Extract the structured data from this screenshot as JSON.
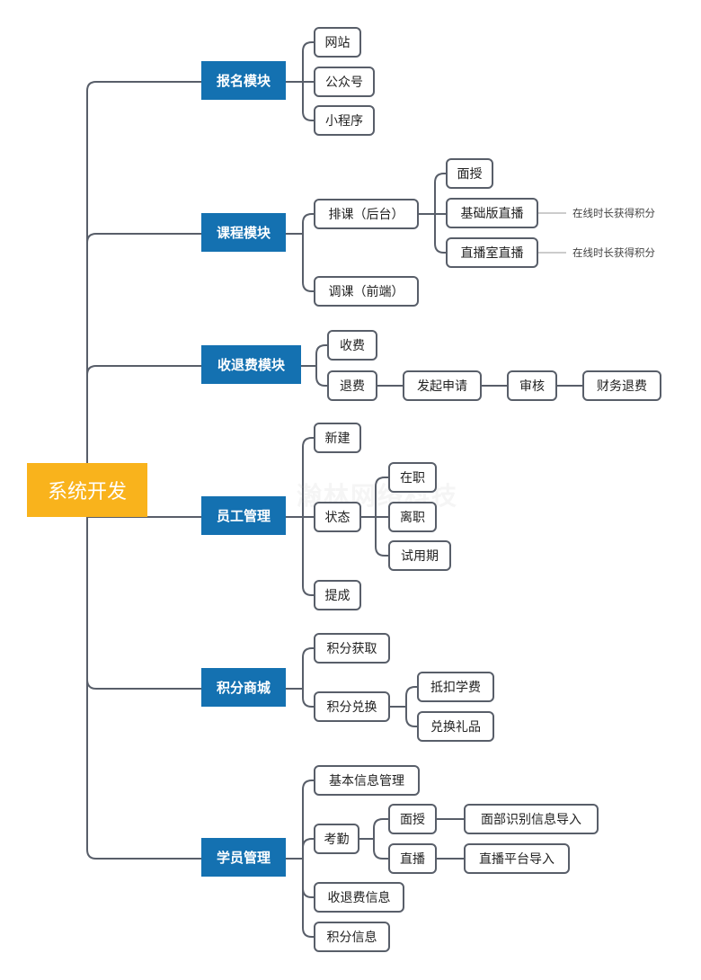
{
  "root": "系统开发",
  "watermark": "瀚林网络科技",
  "branches": {
    "signup": "报名模块",
    "course": "课程模块",
    "fee": "收退费模块",
    "staff": "员工管理",
    "points": "积分商城",
    "student": "学员管理"
  },
  "nodes": {
    "website": "网站",
    "official": "公众号",
    "miniprogram": "小程序",
    "schedule": "排课（后台）",
    "face": "面授",
    "basic_live": "基础版直播",
    "studio_live": "直播室直播",
    "adjust": "调课（前端）",
    "collect": "收费",
    "refund": "退费",
    "apply": "发起申请",
    "review": "审核",
    "finance_refund": "财务退费",
    "new": "新建",
    "status": "状态",
    "employed": "在职",
    "resigned": "离职",
    "probation": "试用期",
    "commission": "提成",
    "points_get": "积分获取",
    "points_exchange": "积分兑换",
    "deduct_tuition": "抵扣学费",
    "gift": "兑换礼品",
    "basic_info": "基本信息管理",
    "attendance": "考勤",
    "att_face": "面授",
    "att_live": "直播",
    "face_import": "面部识别信息导入",
    "live_import": "直播平台导入",
    "fee_info": "收退费信息",
    "points_info": "积分信息"
  },
  "notes": {
    "basic_live": "在线时长获得积分",
    "studio_live": "在线时长获得积分"
  },
  "colors": {
    "root": "#f9b31c",
    "branch": "#1471b1",
    "line": "#585e69"
  }
}
